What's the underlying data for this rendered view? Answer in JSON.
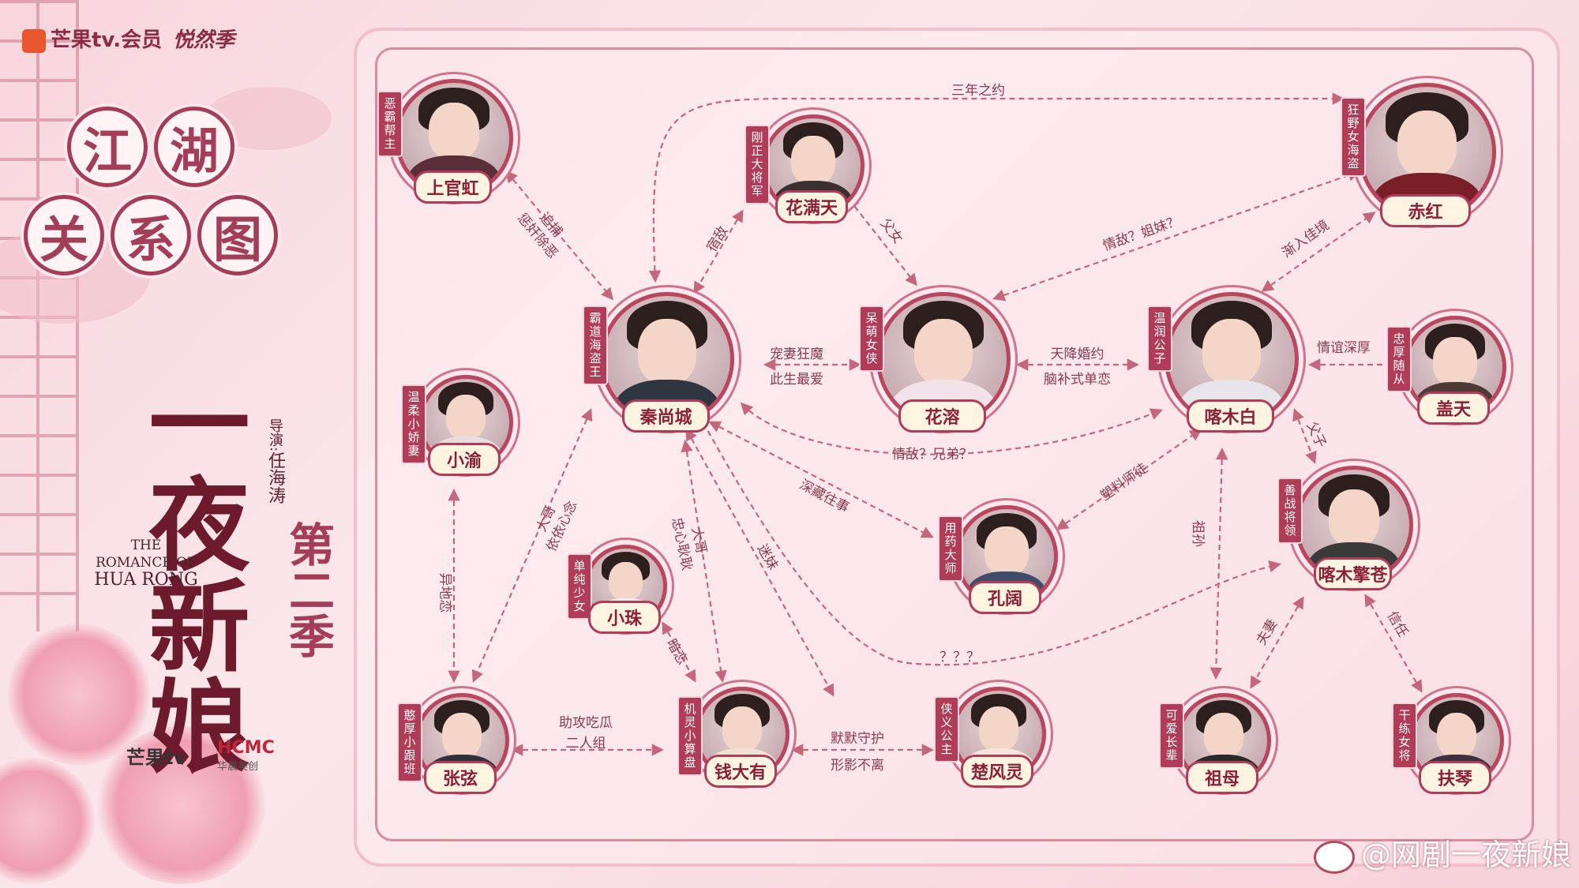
{
  "brand": {
    "platform": "芒果tv.会员",
    "sub": "悦然季"
  },
  "title": {
    "line1": [
      "江",
      "湖"
    ],
    "line2": [
      "关",
      "系",
      "图"
    ]
  },
  "show": {
    "title": "一夜新娘",
    "season": "第二季",
    "director_label": "导演:",
    "director_name": "任海涛",
    "english_line1": "THE ROMANCE OF",
    "english_line2": "HUA RONG"
  },
  "logos": {
    "mango": "芒果tv",
    "hcmc": "HCMC",
    "hcmc_cn": "华晨美创"
  },
  "watermark": "@网剧一夜新娘",
  "colors": {
    "accent": "#b03c58",
    "line": "#c4667c",
    "bg": "#f7d6dc",
    "name_bg": "#fff4e2"
  },
  "nodes": {
    "shangguanhong": {
      "name": "上官虹",
      "role": "恶霸帮主",
      "robe": "#5a2f3a"
    },
    "huamantian": {
      "name": "花满天",
      "role": "刚正大将军",
      "robe": "#3a3030"
    },
    "chihong": {
      "name": "赤红",
      "role": "狂野女海盗",
      "robe": "#7a1e28"
    },
    "qinshangcheng": {
      "name": "秦尚城",
      "role": "霸道海盗王",
      "robe": "#2f3640"
    },
    "huarong": {
      "name": "花溶",
      "role": "呆萌女侠",
      "robe": "#f2e3ea"
    },
    "kamubai": {
      "name": "喀木白",
      "role": "温润公子",
      "robe": "#e8e4ec"
    },
    "gaitian": {
      "name": "盖天",
      "role": "忠厚随从",
      "robe": "#4b3a35"
    },
    "xiaoyu": {
      "name": "小渝",
      "role": "温柔小娇妻",
      "robe": "#e9dde0"
    },
    "kongqing": {
      "name": "孔阔",
      "role": "用药大师",
      "robe": "#3f4b68"
    },
    "kamuqingcang": {
      "name": "喀木擎苍",
      "role": "善战将领",
      "robe": "#3a3a3a"
    },
    "xiaozhu": {
      "name": "小珠",
      "role": "单纯少女",
      "robe": "#f6eef2"
    },
    "zhangxuan": {
      "name": "张弦",
      "role": "憨厚小跟班",
      "robe": "#30303a"
    },
    "qiandayou": {
      "name": "钱大有",
      "role": "机灵小算盘",
      "robe": "#efe3d4"
    },
    "chufengling": {
      "name": "楚风灵",
      "role": "侠义公主",
      "robe": "#f3e6da"
    },
    "zumu": {
      "name": "祖母",
      "role": "可爱长辈",
      "robe": "#2a2a2a"
    },
    "fuqin": {
      "name": "扶琴",
      "role": "干练女将",
      "robe": "#3d2f3f"
    }
  },
  "relations": {
    "sannian": "三年之约",
    "zhuibu_1": "追捕",
    "zhuibu_2": "惩奸除恶",
    "suhen": "宿敌",
    "funv": "父女",
    "qingdi_jiemei": "情敌？姐妹？",
    "jianru": "渐入佳境",
    "chongqi_1": "宠妻狂魔",
    "chongqi_2": "此生最爱",
    "tianjiang_1": "天降婚约",
    "tianjiang_2": "脑补式单恋",
    "qingyi": "情谊深厚",
    "qingdi_xiongdi": "情敌？兄弟？",
    "fuzi": "父子",
    "yidizhidi": "异地恋",
    "dage_1": "大哥",
    "dage_2": "依依心念",
    "dage3_1": "大哥",
    "dage3_2": "忠心耿耿",
    "mimei": "迷妹",
    "shencang": "深藏往事",
    "suliao": "塑料师徒",
    "zusun": "祖孙",
    "anlian": "暗恋",
    "sanwen": "？？？",
    "zhugong_1": "助攻吃瓜",
    "zhugong_2": "二人组",
    "momo_1": "默默守护",
    "momo_2": "形影不离",
    "fuqi": "夫妻",
    "xinren": "信任"
  }
}
